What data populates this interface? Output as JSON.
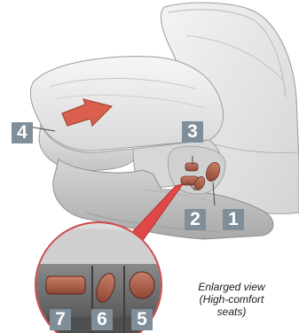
{
  "callouts": {
    "c1": "1",
    "c2": "2",
    "c3": "3",
    "c4": "4",
    "c5": "5",
    "c6": "6",
    "c7": "7"
  },
  "caption": {
    "line1": "Enlarged view",
    "line2": "(High-comfort",
    "line3": "seats)"
  },
  "colors": {
    "callout_bg": "#7f8e99",
    "switch_red": "#b4664f",
    "arrow_red": "#d9604c",
    "pointer_red": "#e04848",
    "seat_light": "#f0f0f0",
    "seat_shadow": "#c7c7c7"
  }
}
